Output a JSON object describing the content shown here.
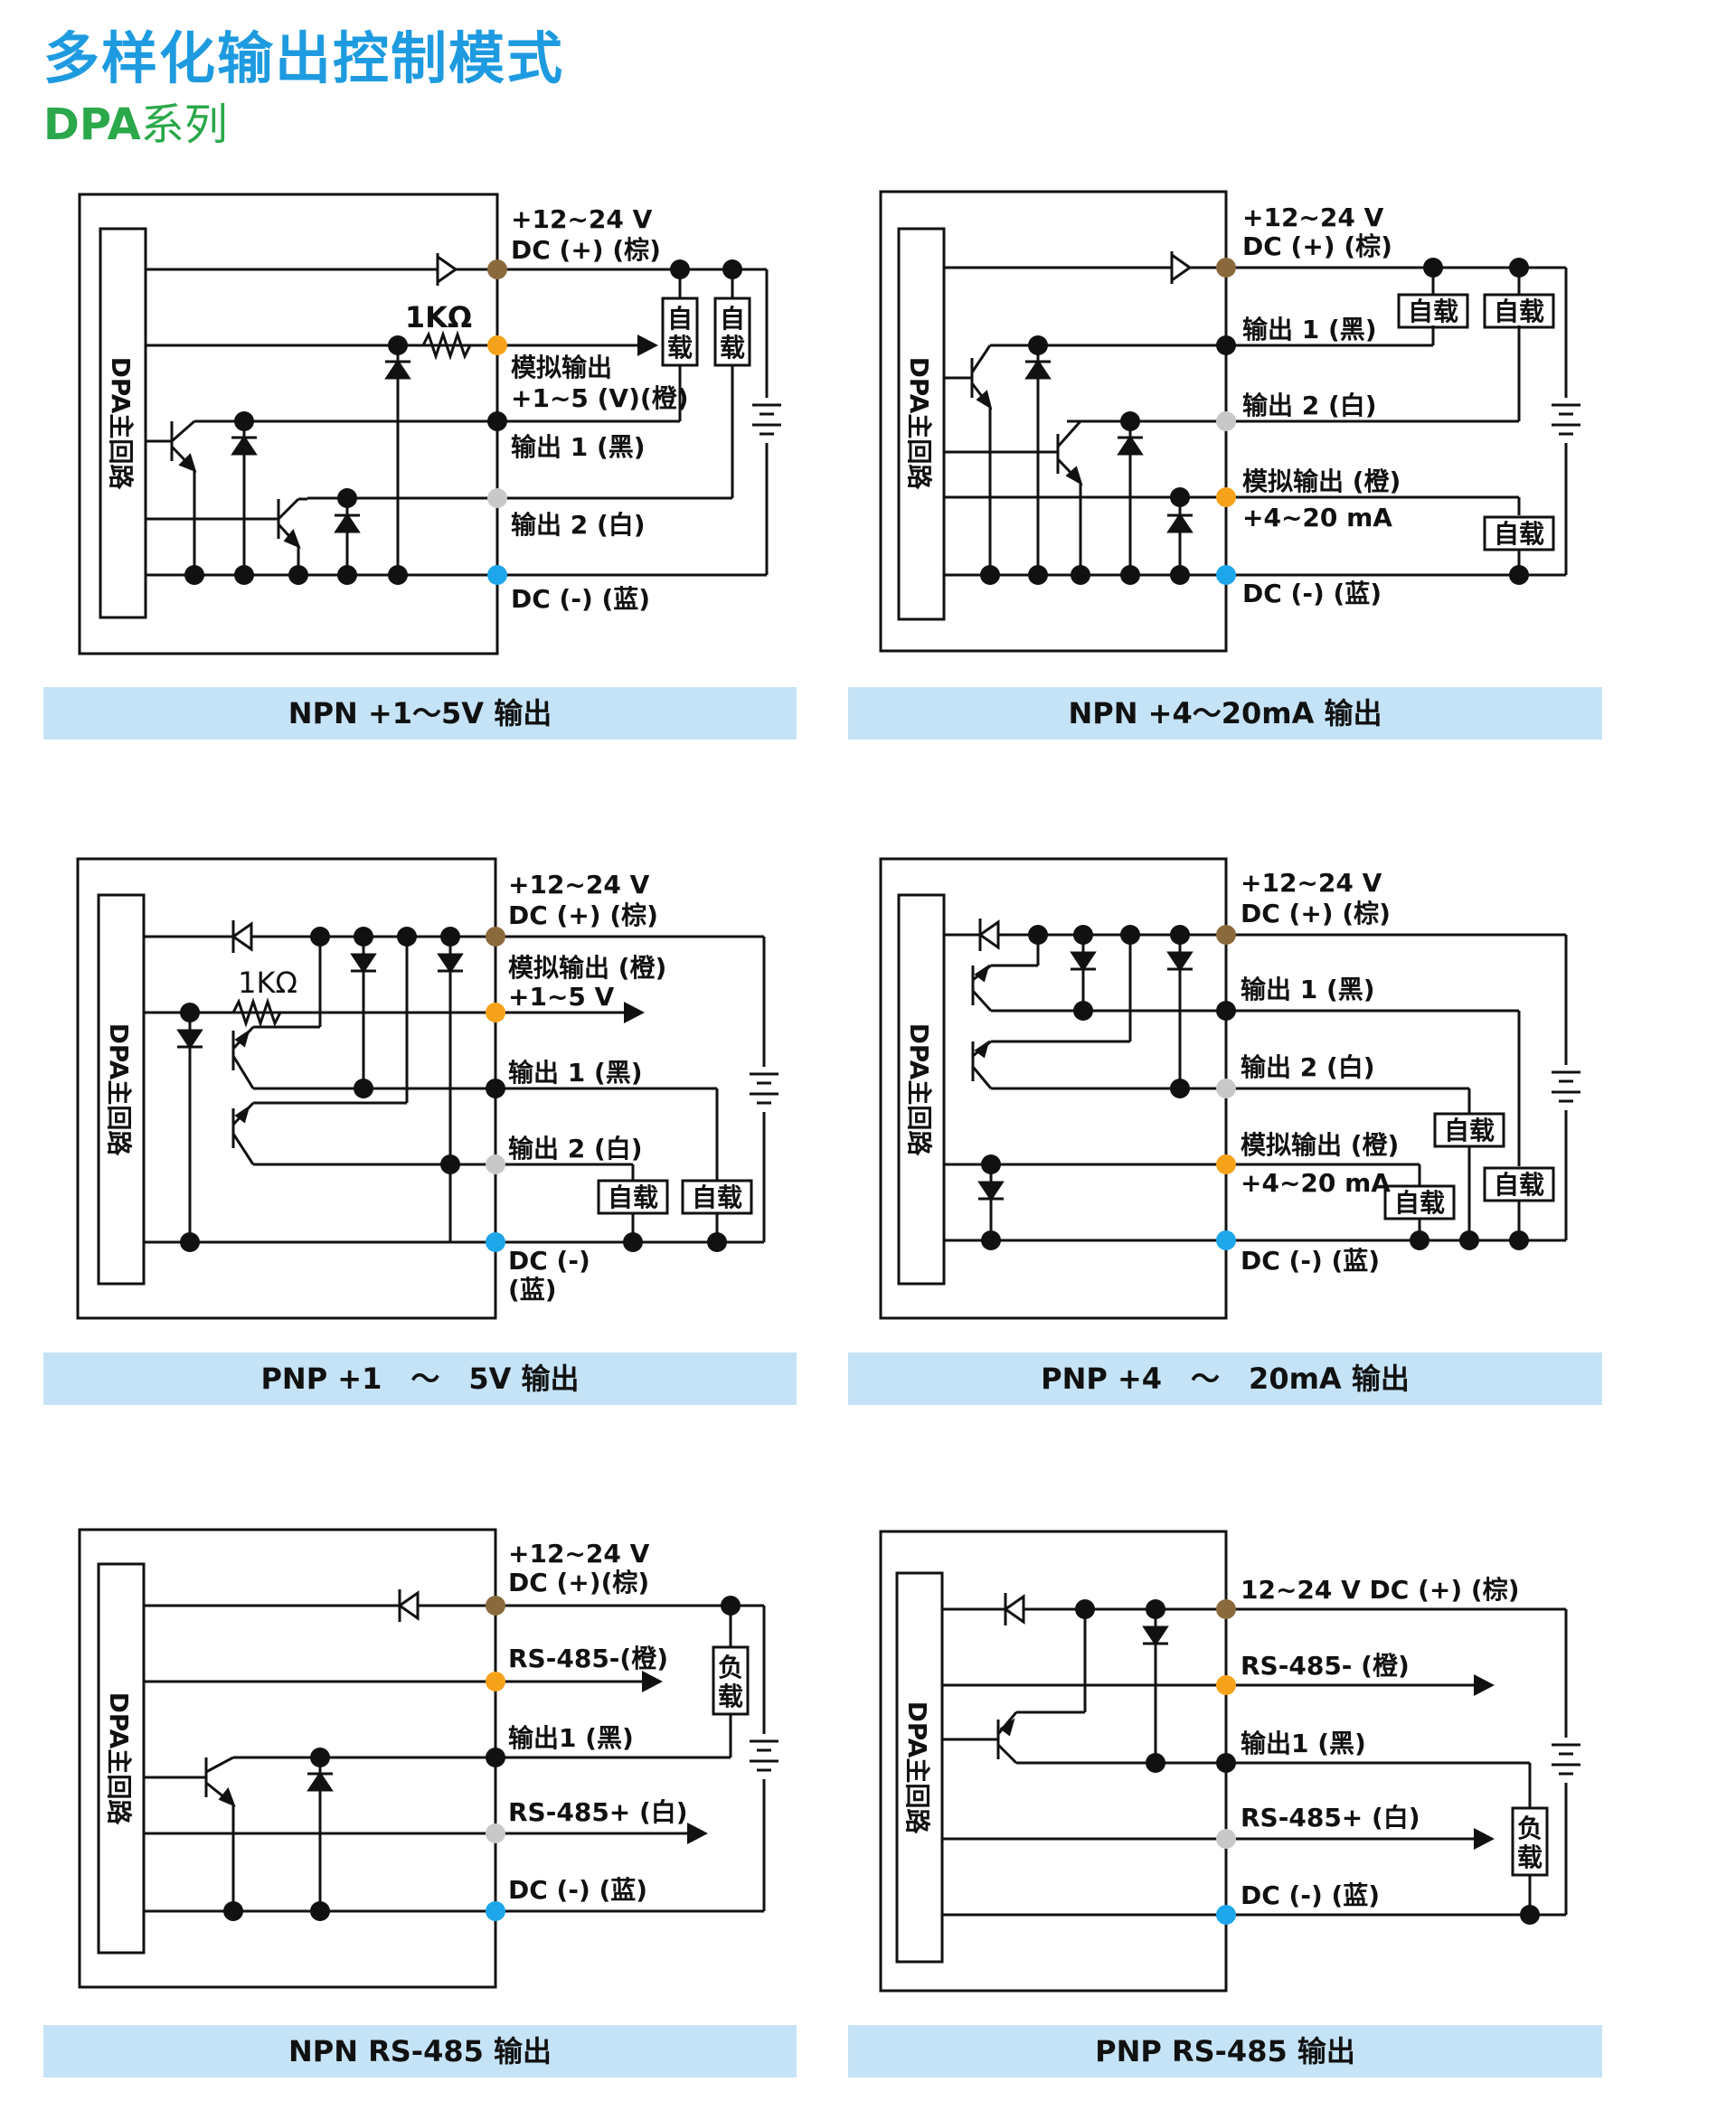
{
  "header": {
    "title": "多样化输出控制模式",
    "subtitle_code": "DPA",
    "subtitle_rest": "系列",
    "title_color": "#1e9be0",
    "subtitle_color": "#2aa84a"
  },
  "colors": {
    "caption_bg": "#c5e3f6",
    "line": "#111111",
    "brown": "#8a6a3c",
    "orange": "#f7a21b",
    "gray": "#c8c8c8",
    "blue": "#1da6ea"
  },
  "common": {
    "main_circuit": "DPA主回路",
    "load_self": "自载",
    "load_char1": "自",
    "load_char2": "载",
    "load_neg1": "负",
    "load_neg2": "载",
    "resistor": "1KΩ"
  },
  "panels": [
    {
      "caption": "NPN +1～5V 输出",
      "labels": {
        "vplus": "+12~24 V",
        "dcplus": "DC (+) (棕)",
        "analog": "模拟输出",
        "analog2": "+1~5 (V)(橙)",
        "out1": "输出 1 (黑)",
        "out2": "输出 2 (白)",
        "dcminus": "DC (-) (蓝)"
      }
    },
    {
      "caption": "NPN +4～20mA 输出",
      "labels": {
        "vplus": "+12~24 V",
        "dcplus": "DC (+) (棕)",
        "out1": "输出 1 (黑)",
        "out2": "输出 2 (白)",
        "analog": "模拟输出 (橙)",
        "analog2": "+4~20 mA",
        "dcminus": "DC (-) (蓝)"
      }
    },
    {
      "caption": "PNP +1　～　5V 输出",
      "labels": {
        "vplus": "+12~24 V",
        "dcplus": "DC (+) (棕)",
        "analog": "模拟输出 (橙)",
        "analog2": "+1~5 V",
        "out1": "输出 1 (黑)",
        "out2": "输出 2 (白)",
        "dcminus": "DC (-)",
        "dcminus2": "(蓝)"
      }
    },
    {
      "caption": "PNP +4　～　20mA 输出",
      "labels": {
        "vplus": "+12~24 V",
        "dcplus": "DC (+) (棕)",
        "out1": "输出 1 (黑)",
        "out2": "输出 2 (白)",
        "analog": "模拟输出 (橙)",
        "analog2": "+4~20 mA",
        "dcminus": "DC (-) (蓝)"
      }
    },
    {
      "caption": "NPN RS-485 输出",
      "labels": {
        "vplus": "+12~24 V",
        "dcplus": "DC (+)(棕)",
        "rsminus": "RS-485-(橙)",
        "out1": "输出1 (黑)",
        "rsplus": "RS-485+ (白)",
        "dcminus": "DC (-) (蓝)"
      }
    },
    {
      "caption": "PNP RS-485 输出",
      "labels": {
        "dcplus": "12~24 V DC (+) (棕)",
        "rsminus": "RS-485- (橙)",
        "out1": "输出1 (黑)",
        "rsplus": "RS-485+ (白)",
        "dcminus": "DC (-) (蓝)"
      }
    }
  ]
}
